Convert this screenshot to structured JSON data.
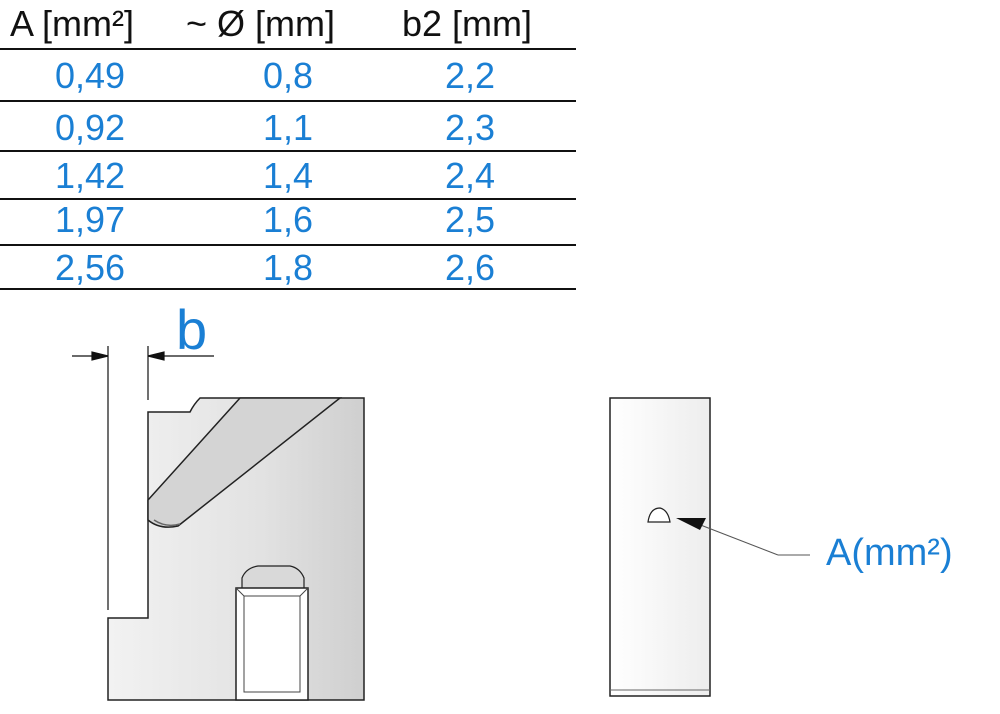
{
  "table": {
    "headers": [
      "A [mm²]",
      "~ Ø [mm]",
      "b2 [mm]"
    ],
    "rows": [
      [
        "0,49",
        "0,8",
        "2,2"
      ],
      [
        "0,92",
        "1,1",
        "2,3"
      ],
      [
        "1,42",
        "1,4",
        "2,4"
      ],
      [
        "1,97",
        "1,6",
        "2,5"
      ],
      [
        "2,56",
        "1,8",
        "2,6"
      ]
    ]
  },
  "drawing": {
    "dimension_label": "b",
    "area_label": "A(mm²)"
  },
  "colors": {
    "accent": "#1a7fd4",
    "text": "#111111",
    "fill": "#e6e6e6"
  }
}
